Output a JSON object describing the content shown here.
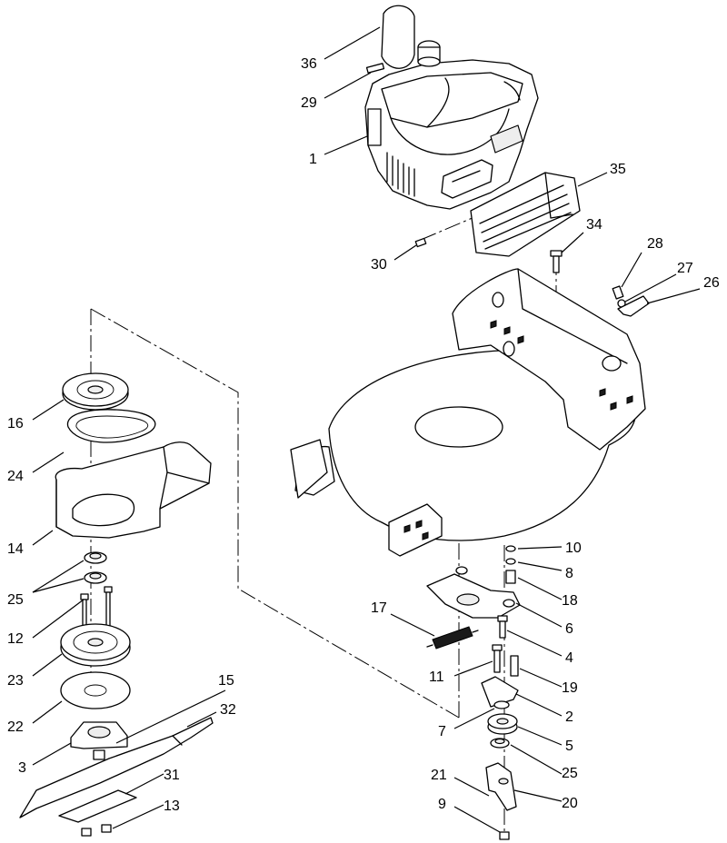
{
  "callouts": [
    {
      "id": "c36",
      "text": "36"
    },
    {
      "id": "c29",
      "text": "29"
    },
    {
      "id": "c1",
      "text": "1"
    },
    {
      "id": "c35",
      "text": "35"
    },
    {
      "id": "c30",
      "text": "30"
    },
    {
      "id": "c34",
      "text": "34"
    },
    {
      "id": "c28",
      "text": "28"
    },
    {
      "id": "c27",
      "text": "27"
    },
    {
      "id": "c26",
      "text": "26"
    },
    {
      "id": "c16",
      "text": "16"
    },
    {
      "id": "c24",
      "text": "24"
    },
    {
      "id": "c14",
      "text": "14"
    },
    {
      "id": "c25a",
      "text": "25"
    },
    {
      "id": "c12",
      "text": "12"
    },
    {
      "id": "c23",
      "text": "23"
    },
    {
      "id": "c22",
      "text": "22"
    },
    {
      "id": "c15",
      "text": "15"
    },
    {
      "id": "c32",
      "text": "32"
    },
    {
      "id": "c3",
      "text": "3"
    },
    {
      "id": "c31",
      "text": "31"
    },
    {
      "id": "c13",
      "text": "13"
    },
    {
      "id": "c10",
      "text": "10"
    },
    {
      "id": "c8",
      "text": "8"
    },
    {
      "id": "c18",
      "text": "18"
    },
    {
      "id": "c17",
      "text": "17"
    },
    {
      "id": "c6",
      "text": "6"
    },
    {
      "id": "c4",
      "text": "4"
    },
    {
      "id": "c11",
      "text": "11"
    },
    {
      "id": "c19",
      "text": "19"
    },
    {
      "id": "c2",
      "text": "2"
    },
    {
      "id": "c7",
      "text": "7"
    },
    {
      "id": "c5",
      "text": "5"
    },
    {
      "id": "c25b",
      "text": "25"
    },
    {
      "id": "c21",
      "text": "21"
    },
    {
      "id": "c20",
      "text": "20"
    },
    {
      "id": "c9",
      "text": "9"
    }
  ]
}
